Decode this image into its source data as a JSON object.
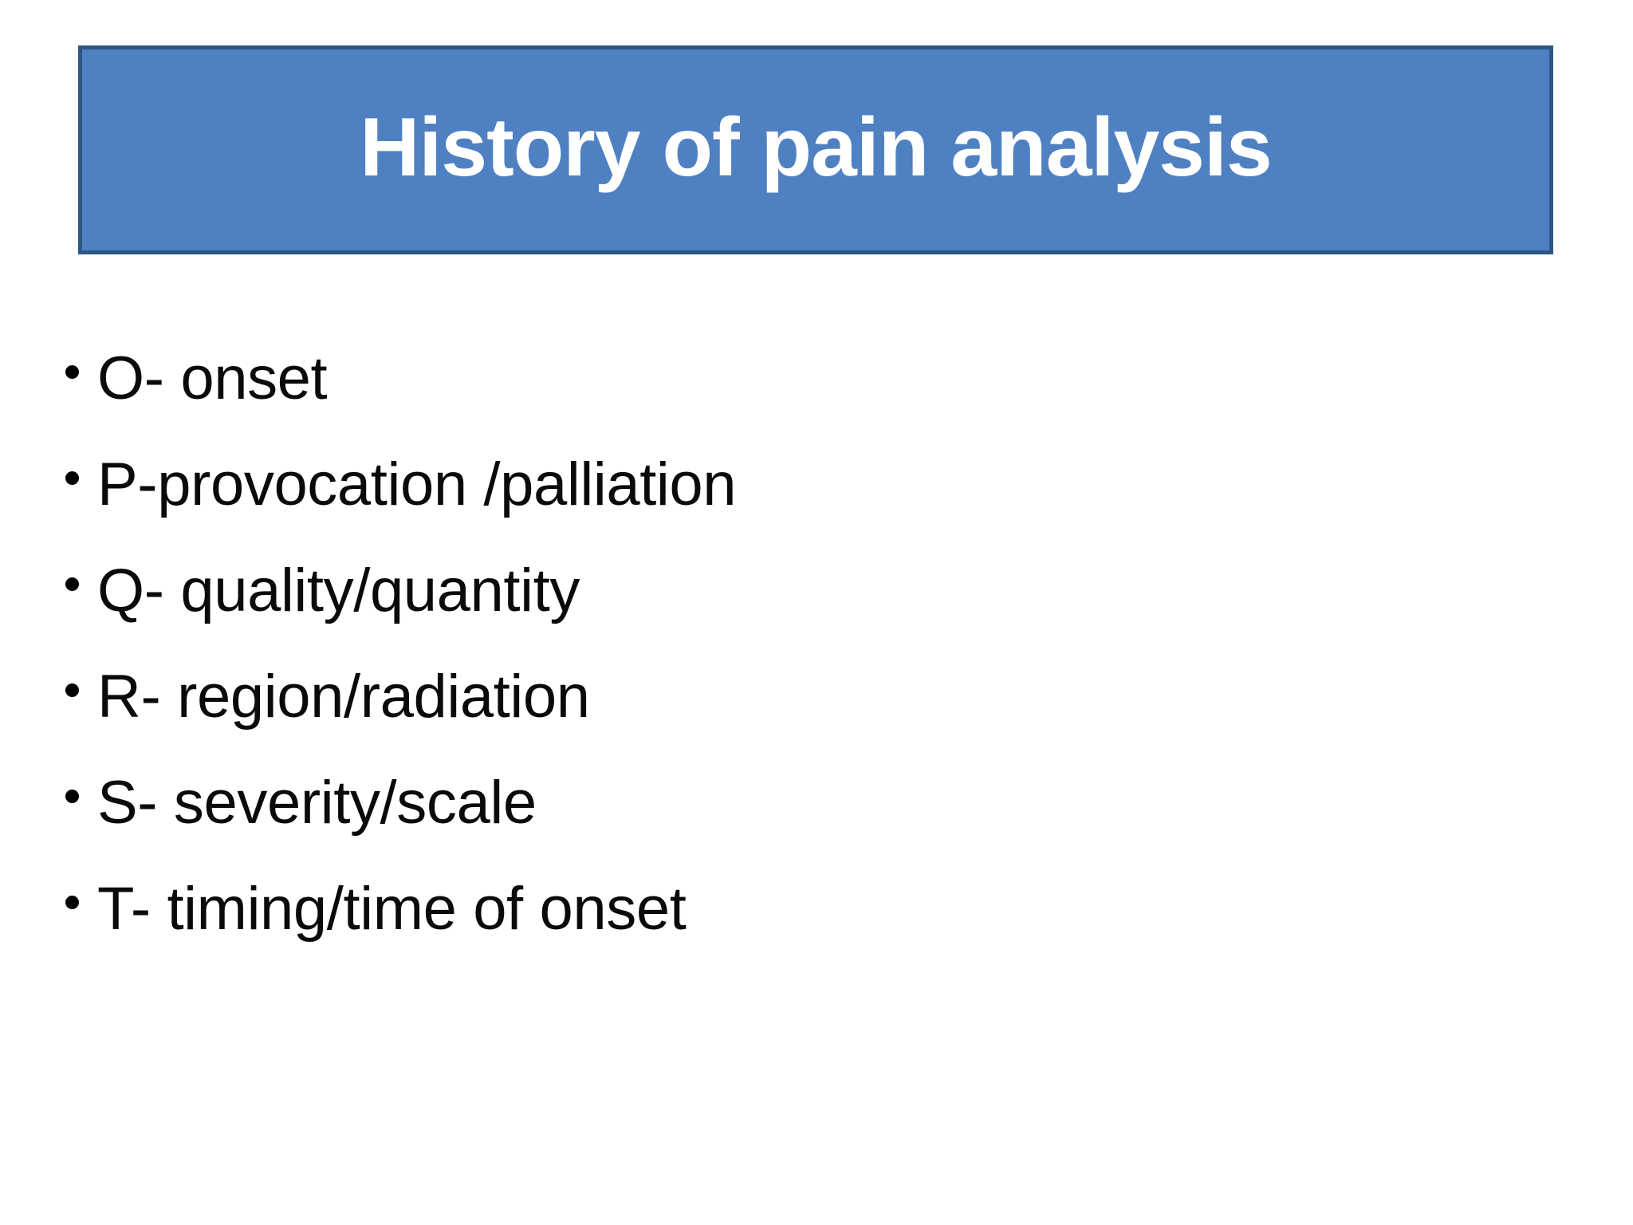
{
  "slide": {
    "title": "History of pain analysis",
    "background_color": "#ffffff",
    "title_banner": {
      "fill_color": "#4F81C2",
      "border_color": "#2F5585",
      "text_color": "#FFFFFF"
    },
    "body": {
      "bullet_marker": "•",
      "text_color": "#000000",
      "items": [
        {
          "label": "O- onset"
        },
        {
          "label": "P-provocation /palliation"
        },
        {
          "label": "Q- quality/quantity"
        },
        {
          "label": "R- region/radiation"
        },
        {
          "label": "S- severity/scale"
        },
        {
          "label": "T- timing/time of onset"
        }
      ]
    }
  }
}
